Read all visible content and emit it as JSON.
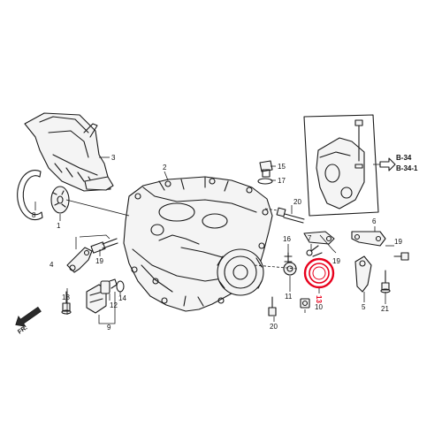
{
  "callouts": [
    {
      "id": "c1",
      "text": "1"
    },
    {
      "id": "c2",
      "text": "2"
    },
    {
      "id": "c3",
      "text": "3"
    },
    {
      "id": "c4",
      "text": "4"
    },
    {
      "id": "c5",
      "text": "5"
    },
    {
      "id": "c6",
      "text": "6"
    },
    {
      "id": "c7",
      "text": "7"
    },
    {
      "id": "c8",
      "text": "8"
    },
    {
      "id": "c9",
      "text": "9"
    },
    {
      "id": "c10",
      "text": "10"
    },
    {
      "id": "c11",
      "text": "11"
    },
    {
      "id": "c12",
      "text": "12"
    },
    {
      "id": "c13",
      "text": "13"
    },
    {
      "id": "c14",
      "text": "14"
    },
    {
      "id": "c15",
      "text": "15"
    },
    {
      "id": "c16",
      "text": "16"
    },
    {
      "id": "c17",
      "text": "17"
    },
    {
      "id": "c18",
      "text": "18"
    },
    {
      "id": "c19a",
      "text": "19"
    },
    {
      "id": "c19b",
      "text": "19"
    },
    {
      "id": "c19c",
      "text": "19"
    },
    {
      "id": "c20a",
      "text": "20"
    },
    {
      "id": "c20b",
      "text": "20"
    },
    {
      "id": "c21",
      "text": "21"
    }
  ],
  "references": {
    "ref1": "B-34",
    "ref2": "B-34-1",
    "front": "FR."
  },
  "colors": {
    "highlight": "#e8001c",
    "line": "#1a1a1a"
  }
}
